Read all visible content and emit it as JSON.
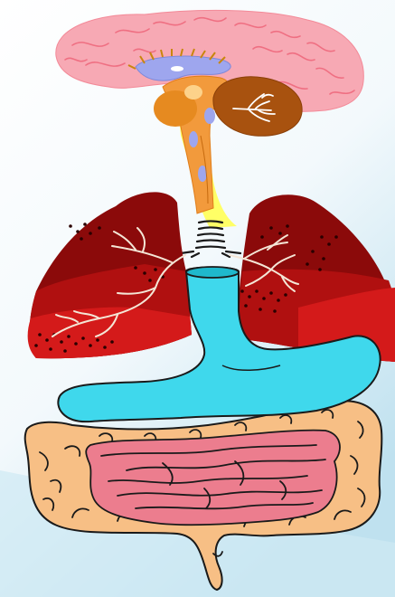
{
  "figure": {
    "parts": [
      {
        "name": "brain",
        "icon": "brain-icon"
      },
      {
        "name": "cerebellum",
        "icon": "cerebellum-icon"
      },
      {
        "name": "brainstem",
        "icon": "brainstem-icon"
      },
      {
        "name": "trachea",
        "icon": "trachea-icon"
      },
      {
        "name": "left-lung",
        "icon": "lung-icon"
      },
      {
        "name": "right-lung",
        "icon": "lung-icon"
      },
      {
        "name": "stomach",
        "icon": "stomach-icon"
      },
      {
        "name": "large-intestine",
        "icon": "colon-icon"
      },
      {
        "name": "small-intestine",
        "icon": "intestine-icon"
      }
    ],
    "colors": {
      "brain": "#f7a9b4",
      "ventricle": "#9ea6ee",
      "brainstem": "#f29a3c",
      "cerebellum": "#a8520f",
      "spinal_glow": "#ffff66",
      "lung_dark": "#8b0a0a",
      "lung_mid": "#b01010",
      "lung_light": "#d41a1a",
      "stomach": "#3fd8ec",
      "colon": "#f7bf85",
      "small_intestine": "#ec7d8e",
      "background_light": "#ffffff",
      "background_blue": "#c7e6f2"
    }
  }
}
